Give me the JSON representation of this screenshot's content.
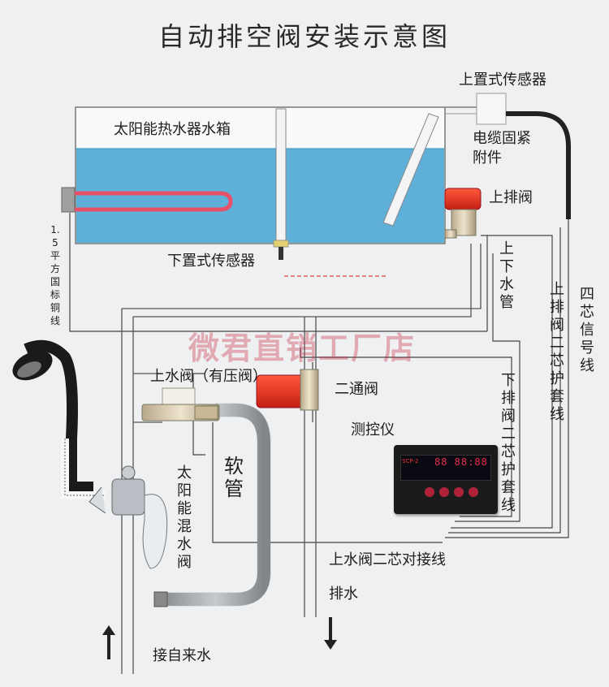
{
  "title": "自动排空阀安装示意图",
  "watermark": "微君直销工厂店",
  "labels": {
    "tank": "太阳能热水器水箱",
    "upper_sensor": "上置式传感器",
    "cable_fitting": "电缆固紧附件",
    "upper_drain_valve": "上排阀",
    "lower_sensor": "下置式传感器",
    "wire_spec": "1.5平方国标铜线",
    "water_pipe": "上下水管",
    "upper_valve_cable": "上排阀二芯护套线",
    "four_core_signal": "四芯信号线",
    "inlet_valve": "上水阀（有压阀）",
    "two_way_valve": "二通阀",
    "lower_valve_cable": "下排阀二芯护套线",
    "controller": "测控仪",
    "hose": "软管",
    "mixing_valve": "太阳能混水阀",
    "inlet_cable": "上水阀二芯对接线",
    "drain": "排水",
    "tap_water": "接自来水"
  },
  "controller_display": "88 88:88",
  "controller_model": "SCP-2"
}
